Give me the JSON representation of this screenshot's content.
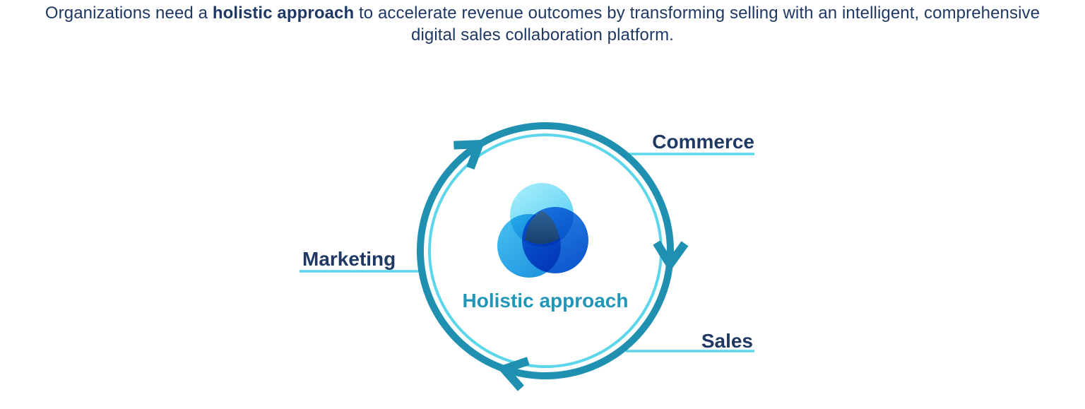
{
  "headline": {
    "line1_pre": "Organizations need a ",
    "line1_bold": "holistic approach",
    "line1_post": " to accelerate revenue outcomes by transforming selling with an intelligent, comprehensive",
    "line2": "digital sales collaboration platform."
  },
  "diagram": {
    "center_label": "Holistic approach",
    "labels": {
      "commerce": "Commerce",
      "marketing": "Marketing",
      "sales": "Sales"
    }
  },
  "colors": {
    "headline-navy": "#1F3864",
    "label-navy": "#1F3864",
    "ring-teal": "#1F90B0",
    "ring-cyan": "#5CD6EA",
    "center-teal": "#2196B8",
    "logo-light-cyan": "#7FE0F6",
    "logo-sky-blue": "#1E9AE0",
    "logo-deep-blue": "#0B57CE",
    "logo-dark-navy": "#1C4A7C"
  }
}
